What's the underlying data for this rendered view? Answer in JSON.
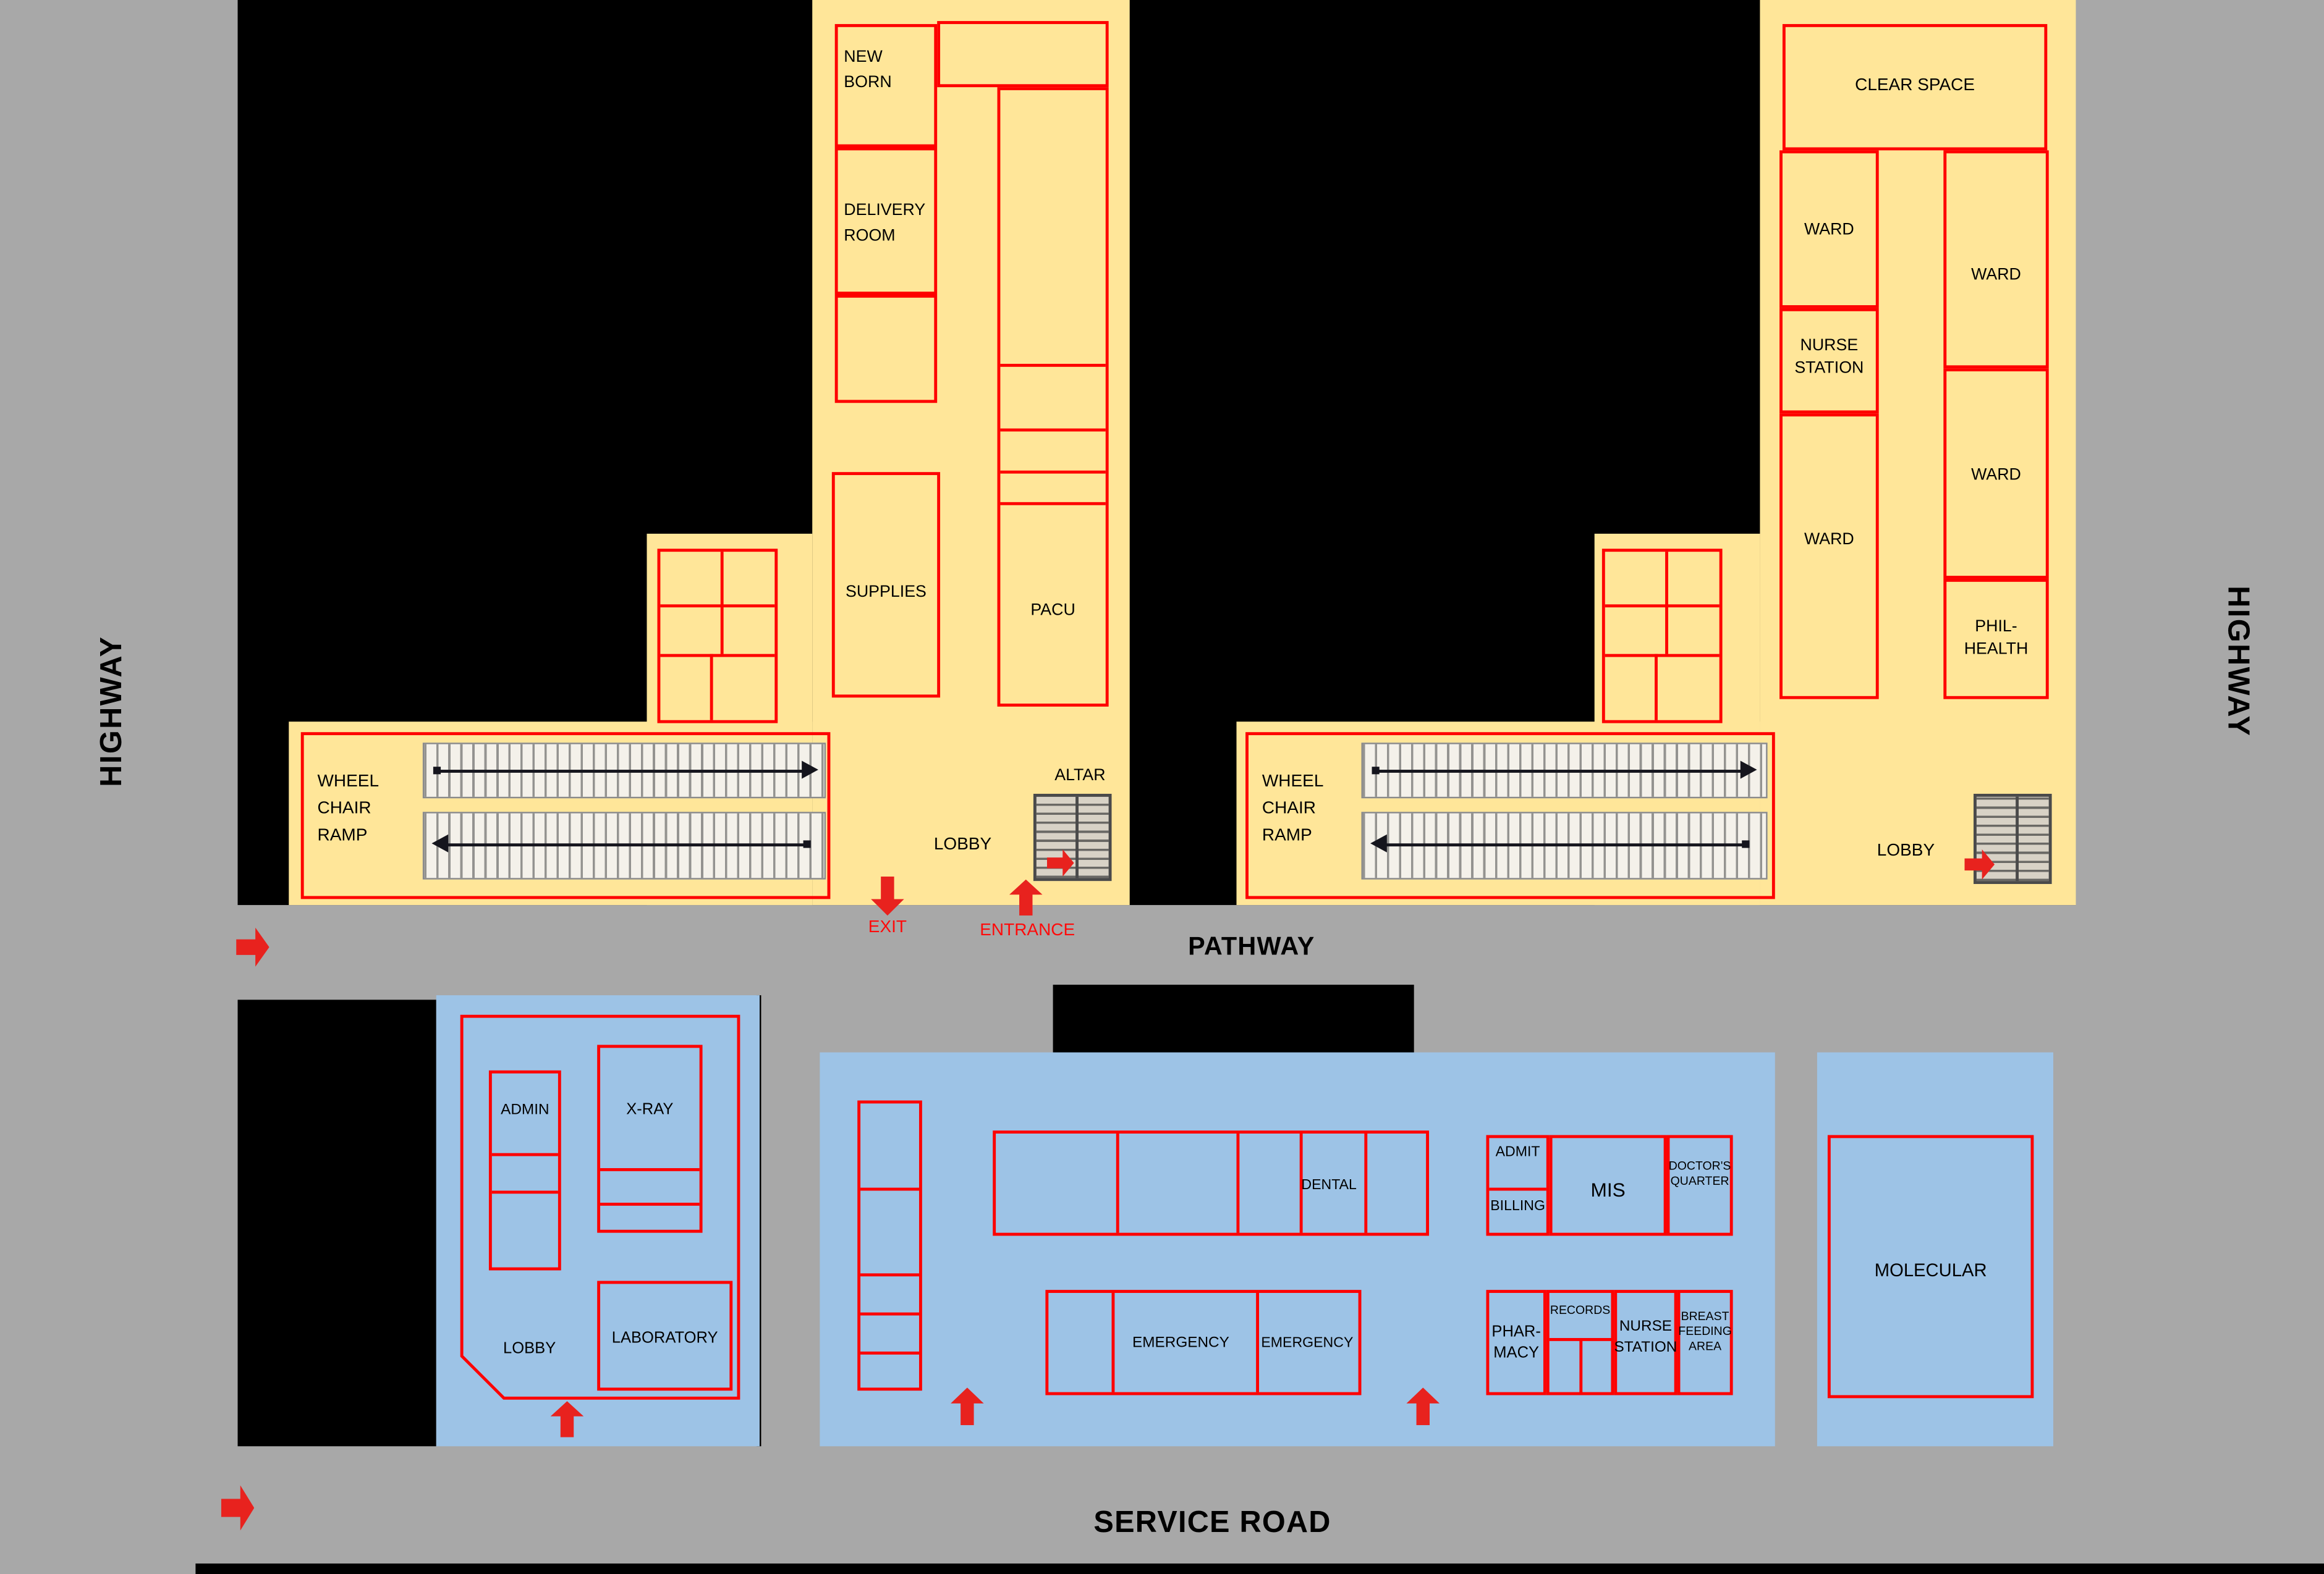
{
  "colors": {
    "background": "#a8a8a8",
    "site": "#000000",
    "upper_buildings": "#ffe699",
    "lower_buildings": "#9dc3e6",
    "outline": "#fe0000"
  },
  "roads": {
    "highway_left": "HIGHWAY",
    "highway_right": "HIGHWAY",
    "pathway": "PATHWAY",
    "service_road": "SERVICE ROAD"
  },
  "markers": {
    "exit": "EXIT",
    "entrance": "ENTRANCE"
  },
  "upper_left_building": {
    "new_born": "NEW BORN",
    "delivery_room": "DELIVERY ROOM",
    "supplies": "SUPPLIES",
    "pacu": "PACU",
    "altar": "ALTAR",
    "lobby": "LOBBY",
    "wheel_chair_ramp": "WHEEL CHAIR RAMP"
  },
  "upper_right_building": {
    "clear_space": "CLEAR SPACE",
    "ward_left_top": "WARD",
    "nurse_station": "NURSE STATION",
    "ward_left_bottom": "WARD",
    "ward_right_top": "WARD",
    "ward_right_middle": "WARD",
    "phil_health": "PHIL-HEALTH",
    "lobby": "LOBBY",
    "wheel_chair_ramp": "WHEEL CHAIR RAMP"
  },
  "lower_left_building": {
    "admin": "ADMIN",
    "x_ray": "X-RAY",
    "lobby": "LOBBY",
    "laboratory": "LABORATORY"
  },
  "lower_middle_building": {
    "dental": "DENTAL",
    "emergency_left": "EMERGENCY",
    "emergency_right": "EMERGENCY",
    "admit": "ADMIT",
    "billing": "BILLING",
    "mis": "MIS",
    "doctors_quarter": "DOCTOR'S QUARTER",
    "pharmacy": "PHAR-MACY",
    "records": "RECORDS",
    "nurse_station": "NURSE STATION",
    "breast_feeding_area": "BREAST FEEDING AREA"
  },
  "lower_right_building": {
    "molecular": "MOLECULAR"
  }
}
